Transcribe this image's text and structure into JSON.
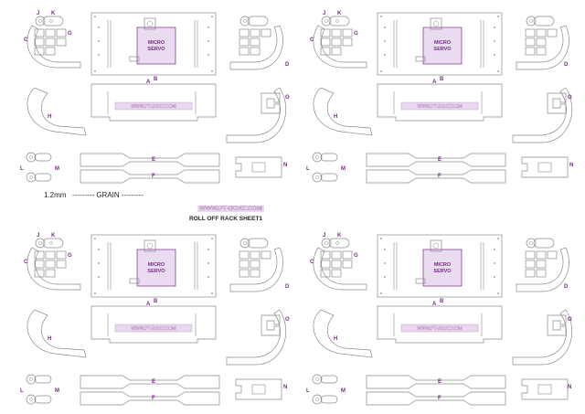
{
  "material_note": "1.2mm",
  "grain_note": "--------- GRAIN ---------",
  "watermark": "WWW.PT-BOAT.COM",
  "sheet_title": "ROLL OFF RACK SHEET1",
  "servo_label": [
    "MICRO",
    "SERVO"
  ],
  "part_labels": [
    "A",
    "B",
    "C",
    "D",
    "E",
    "F",
    "G",
    "H",
    "J",
    "K",
    "L",
    "M",
    "N",
    "O"
  ],
  "colors": {
    "label": "#7a2a8a",
    "line": "#8a8a8a",
    "servo_fill": "#e9dcf0"
  },
  "copies": 4
}
